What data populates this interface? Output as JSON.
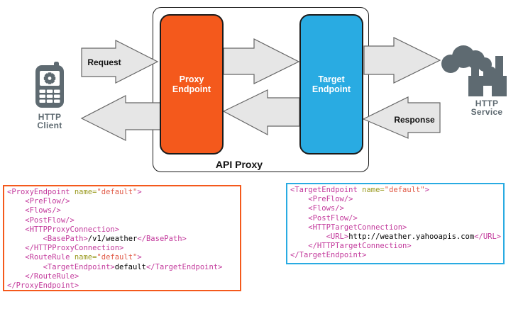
{
  "colors": {
    "orange": "#F4591C",
    "blue": "#29ABE2",
    "icon-gray": "#5E6A71",
    "arrow-fill": "#E6E6E6",
    "arrow-stroke": "#666666",
    "code-tag": "#C33A9C",
    "code-attr": "#9A9A20",
    "code-val": "#E15A47",
    "code-text": "#000000"
  },
  "diagram": {
    "api_proxy_label": "API Proxy",
    "proxy_endpoint": {
      "line1": "Proxy",
      "line2": "Endpoint"
    },
    "target_endpoint": {
      "line1": "Target",
      "line2": "Endpoint"
    },
    "client": {
      "line1": "HTTP",
      "line2": "Client"
    },
    "service": {
      "line1": "HTTP",
      "line2": "Service"
    },
    "request_label": "Request",
    "response_label": "Response"
  },
  "code_blocks": {
    "proxy": {
      "lines": [
        [
          [
            "tag",
            "<ProxyEndpoint"
          ],
          [
            "attr",
            " name="
          ],
          [
            "val",
            "\"default\""
          ],
          [
            "tag",
            ">"
          ]
        ],
        [
          [
            "tag",
            "    <PreFlow/>"
          ]
        ],
        [
          [
            "tag",
            "    <Flows/>"
          ]
        ],
        [
          [
            "tag",
            "    <PostFlow/>"
          ]
        ],
        [
          [
            "tag",
            "    <HTTPProxyConnection>"
          ]
        ],
        [
          [
            "tag",
            "        <BasePath>"
          ],
          [
            "text",
            "/v1/weather"
          ],
          [
            "tag",
            "</BasePath>"
          ]
        ],
        [
          [
            "tag",
            "    </HTTPProxyConnection>"
          ]
        ],
        [
          [
            "tag",
            "    <RouteRule"
          ],
          [
            "attr",
            " name="
          ],
          [
            "val",
            "\"default\""
          ],
          [
            "tag",
            ">"
          ]
        ],
        [
          [
            "tag",
            "        <TargetEndpoint>"
          ],
          [
            "text",
            "default"
          ],
          [
            "tag",
            "</TargetEndpoint>"
          ]
        ],
        [
          [
            "tag",
            "    </RouteRule>"
          ]
        ],
        [
          [
            "tag",
            "</ProxyEndpoint>"
          ]
        ]
      ]
    },
    "target": {
      "lines": [
        [
          [
            "tag",
            "<TargetEndpoint"
          ],
          [
            "attr",
            " name="
          ],
          [
            "val",
            "\"default\""
          ],
          [
            "tag",
            ">"
          ]
        ],
        [
          [
            "tag",
            "    <PreFlow/>"
          ]
        ],
        [
          [
            "tag",
            "    <Flows/>"
          ]
        ],
        [
          [
            "tag",
            "    <PostFlow/>"
          ]
        ],
        [
          [
            "tag",
            "    <HTTPTargetConnection>"
          ]
        ],
        [
          [
            "tag",
            "        <URL>"
          ],
          [
            "text",
            "http://weather.yahooapis.com"
          ],
          [
            "tag",
            "</URL>"
          ]
        ],
        [
          [
            "tag",
            "    </HTTPTargetConnection>"
          ]
        ],
        [
          [
            "tag",
            "</TargetEndpoint>"
          ]
        ]
      ]
    }
  }
}
